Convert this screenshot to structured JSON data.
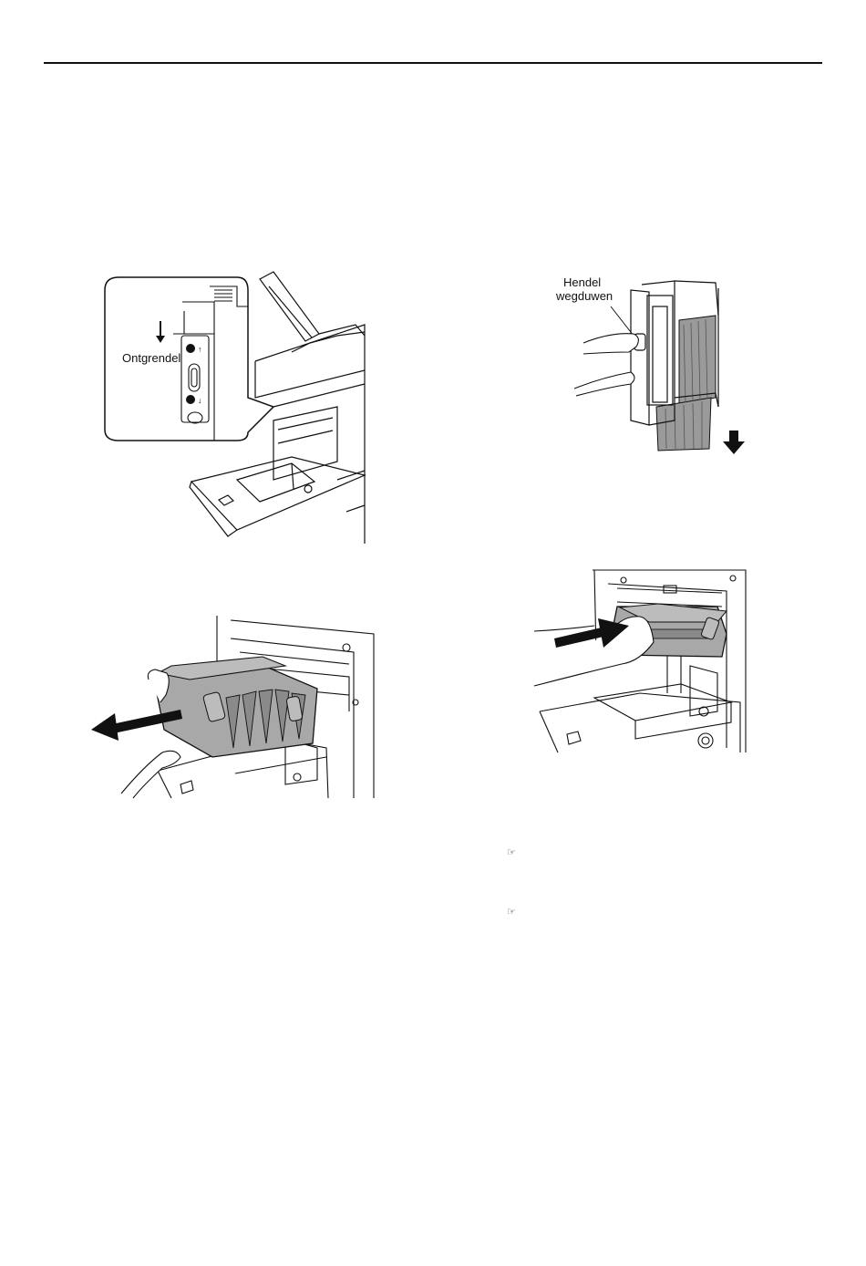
{
  "figures": {
    "unlock": {
      "label": "Ontgrendel",
      "lock_up": "↑",
      "lock_down": "↓"
    },
    "push_lever": {
      "label_line1": "Hendel",
      "label_line2": "wegduwen"
    },
    "pull_out": {},
    "push_in": {}
  },
  "refs": {
    "ref1": "☞",
    "ref2": "☞"
  },
  "icons": {
    "ref_icon": "pointing-hand-icon",
    "arrow": "arrow-icon"
  },
  "colors": {
    "ink": "#111111",
    "shade": "#9a9a9a",
    "light": "#cfcfcf"
  }
}
